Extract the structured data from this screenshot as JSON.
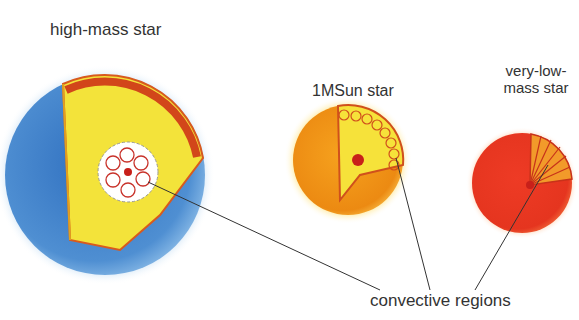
{
  "diagram": {
    "nodes": [
      {
        "text": [
          "high-mass star"
        ]
      },
      {
        "text": [
          "1MSun star"
        ]
      },
      {
        "text": [
          "very-low-mass star"
        ]
      }
    ],
    "labels": [
      "convective regions"
    ]
  }
}
